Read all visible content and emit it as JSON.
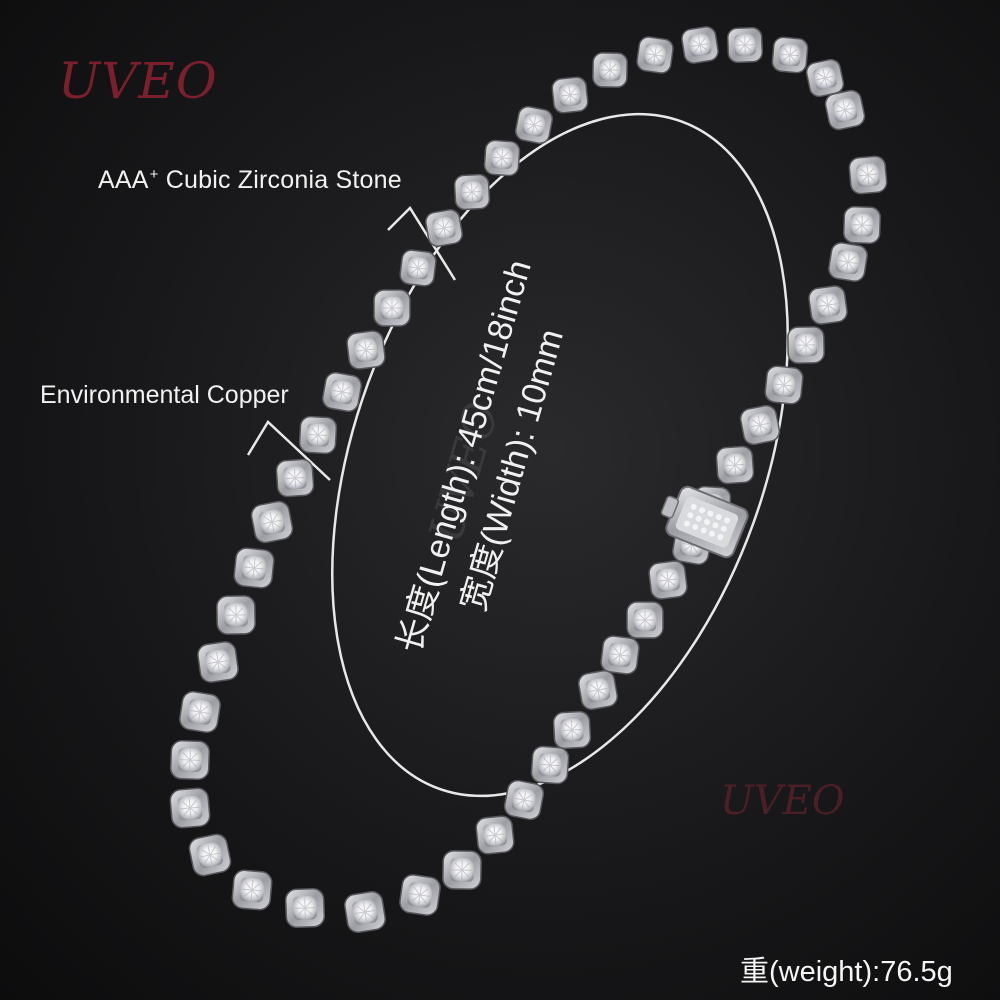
{
  "brand": {
    "logo_text": "UVEO",
    "logo_color": "#7a1f2b"
  },
  "labels": {
    "stone_prefix": "AAA",
    "stone_sup": "+",
    "stone_rest": " Cubic Zirconia Stone",
    "copper": "Environmental Copper"
  },
  "specs": {
    "length": "长度(Length): 45cm/18inch",
    "width": "宽度(Width): 10mm"
  },
  "weight": "重(weight):76.5g",
  "colors": {
    "background": "#18181a",
    "metal": "#c9cace",
    "stone": "#ffffff",
    "text": "#f2f2f2"
  }
}
